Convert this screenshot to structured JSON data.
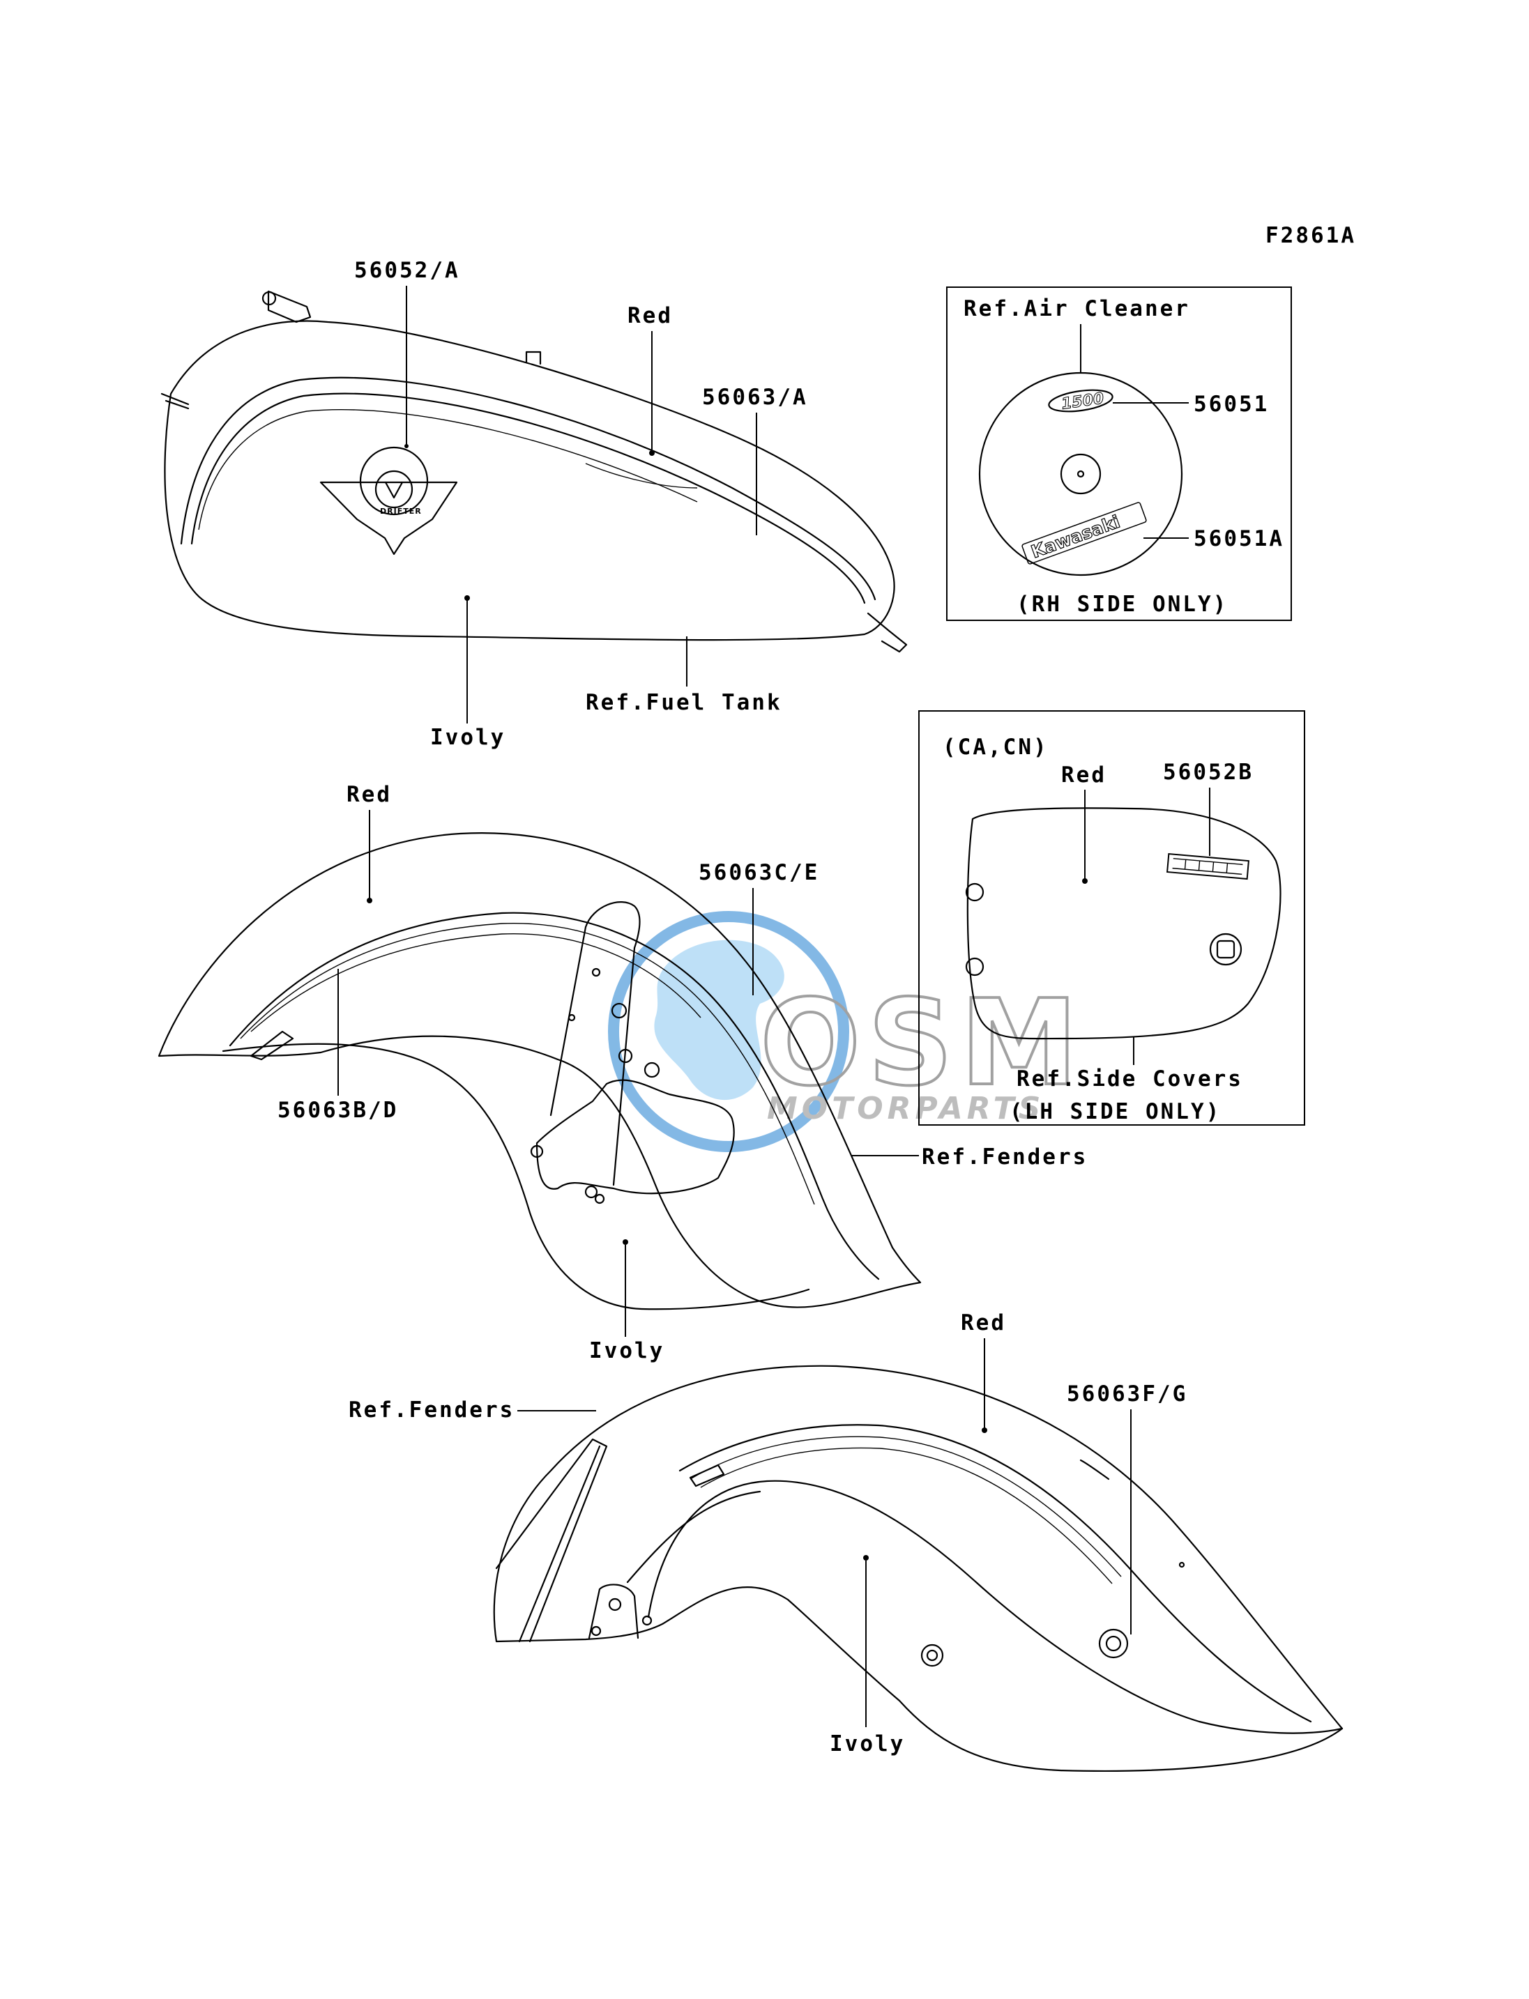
{
  "figure_code": "F2861A",
  "watermark": {
    "brand": "OSM",
    "sub": "MOTORPARTS",
    "color": "#3a8fd6"
  },
  "fuel_tank": {
    "part_main": "56052/A",
    "part_stripe": "56063/A",
    "color_top": "Red",
    "color_bottom": "Ivoly",
    "ref": "Ref.Fuel Tank",
    "emblem_text": "DRIFTER",
    "emblem_letter": "V"
  },
  "air_cleaner_box": {
    "title": "Ref.Air Cleaner",
    "part_1": "56051",
    "part_2": "56051A",
    "badge_text": "1500",
    "logo_text": "Kawasaki",
    "note": "(RH SIDE ONLY)"
  },
  "side_cover_box": {
    "region": "(CA,CN)",
    "color": "Red",
    "part": "56052B",
    "ref": "Ref.Side Covers",
    "note": "(LH SIDE ONLY)"
  },
  "front_fender": {
    "color_top": "Red",
    "color_bottom": "Ivoly",
    "part_right": "56063C/E",
    "part_left": "56063B/D",
    "ref": "Ref.Fenders"
  },
  "rear_fender": {
    "ref": "Ref.Fenders",
    "color_top": "Red",
    "color_bottom": "Ivoly",
    "part": "56063F/G"
  }
}
